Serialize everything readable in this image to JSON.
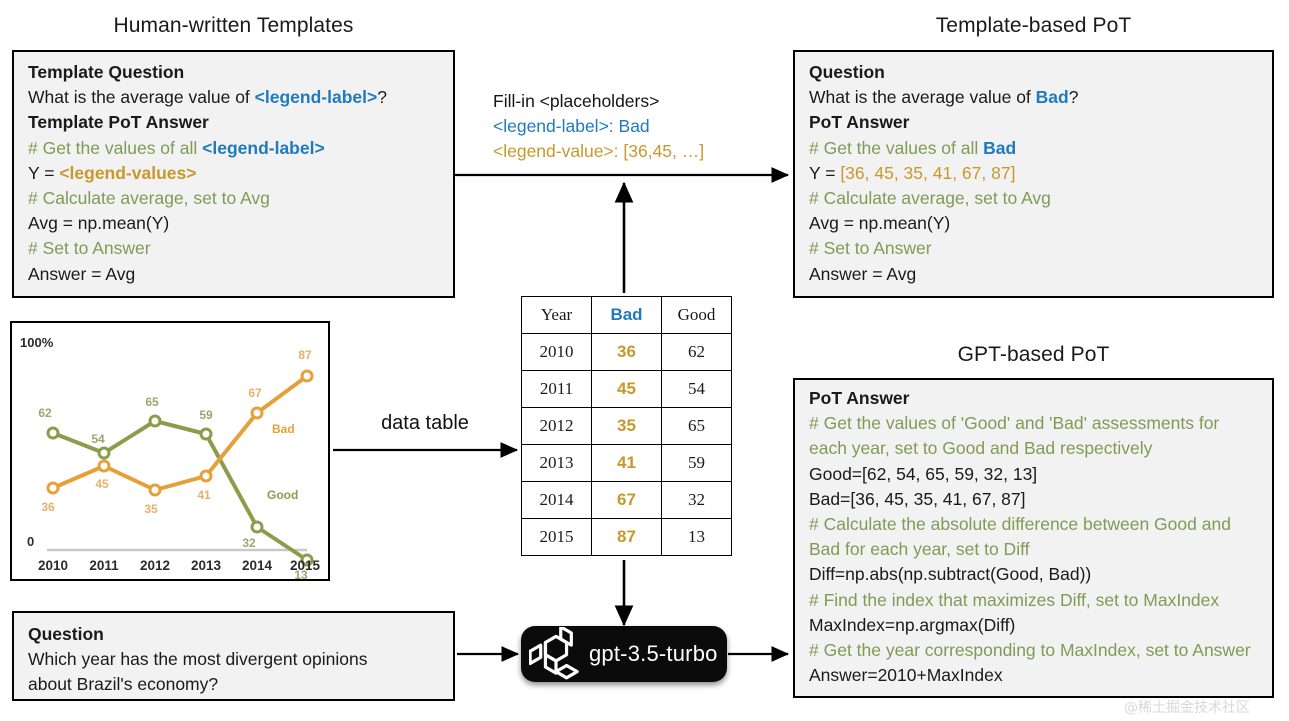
{
  "sections": {
    "left_title": "Human-written Templates",
    "topright_title": "Template-based PoT",
    "bottomright_title": "GPT-based PoT"
  },
  "template_panel": {
    "h1": "Template Question",
    "q_prefix": "What is the average value of ",
    "q_placeholder": "<legend-label>",
    "q_suffix": "?",
    "h2": "Template PoT Answer",
    "c1_prefix": "# Get the values of all ",
    "c1_placeholder": "<legend-label>",
    "l2_prefix": "Y = ",
    "l2_placeholder": "<legend-values>",
    "c3": "# Calculate average, set to Avg",
    "l4": "Avg = np.mean(Y)",
    "c5": "# Set to Answer",
    "l6": "Answer = Avg"
  },
  "fill_in": {
    "title": "Fill-in <placeholders>",
    "line1_key": "<legend-label>",
    "line1_val": ": Bad",
    "line2_key": "<legend-value>",
    "line2_val": ": [36,45, …]"
  },
  "tb_pot_panel": {
    "h1": "Question",
    "q_prefix": "What is the average value of ",
    "q_value": "Bad",
    "q_suffix": "?",
    "h2": "PoT Answer",
    "c1_prefix": "# Get the values of all ",
    "c1_value": "Bad",
    "l2_prefix": "Y = ",
    "l2_value": "[36, 45, 35, 41, 67, 87]",
    "c3": "# Calculate average, set to Avg",
    "l4": "Avg = np.mean(Y)",
    "c5": "# Set to Answer",
    "l6": "Answer = Avg"
  },
  "gpt_pot_panel": {
    "h1": "PoT  Answer",
    "c1": "# Get the values of 'Good' and 'Bad' assessments for each year, set to Good and Bad respectively",
    "l2": "Good=[62, 54, 65, 59, 32, 13]",
    "l3": "Bad=[36, 45, 35, 41, 67, 87]",
    "c4": "# Calculate the absolute difference between Good and Bad for each year, set to Diff",
    "l5": "Diff=np.abs(np.subtract(Good, Bad))",
    "c6": "# Find the index that maximizes Diff, set to MaxIndex",
    "l7": "MaxIndex=np.argmax(Diff)",
    "c8": "# Get the year corresponding to MaxIndex, set to Answer",
    "l9": "Answer=2010+MaxIndex"
  },
  "question_panel": {
    "h1": "Question",
    "line1": "Which year has the most divergent opinions",
    "line2": "about Brazil's economy?"
  },
  "table": {
    "headers": [
      "Year",
      "Bad",
      "Good"
    ],
    "rows": [
      [
        "2010",
        "36",
        "62"
      ],
      [
        "2011",
        "45",
        "54"
      ],
      [
        "2012",
        "35",
        "65"
      ],
      [
        "2013",
        "41",
        "59"
      ],
      [
        "2014",
        "67",
        "32"
      ],
      [
        "2015",
        "87",
        "13"
      ]
    ]
  },
  "edges": {
    "data_table_label": "data table"
  },
  "model": {
    "name": "gpt-3.5-turbo",
    "logo": "openai-logo-icon"
  },
  "watermark": "@稀土掘金技术社区",
  "colors": {
    "blue": "#1f7ac0",
    "gold": "#c9982a",
    "green_comment": "#7f9b55",
    "bad_line": "#e5a03a",
    "good_line": "#8a9d4a",
    "panel_bg": "#f2f2f2"
  },
  "chart_data": {
    "type": "line",
    "title": "",
    "xlabel": "",
    "ylabel": "",
    "x": [
      "2010",
      "2011",
      "2012",
      "2013",
      "2014",
      "2015"
    ],
    "ylim": [
      0,
      100
    ],
    "ytick_labels": [
      "0",
      "100%"
    ],
    "grid": false,
    "legend_position": "inline-right",
    "series": [
      {
        "name": "Bad",
        "color": "#e5a03a",
        "values": [
          36,
          45,
          35,
          41,
          67,
          87
        ]
      },
      {
        "name": "Good",
        "color": "#8a9d4a",
        "values": [
          62,
          54,
          65,
          59,
          32,
          13
        ]
      }
    ]
  }
}
